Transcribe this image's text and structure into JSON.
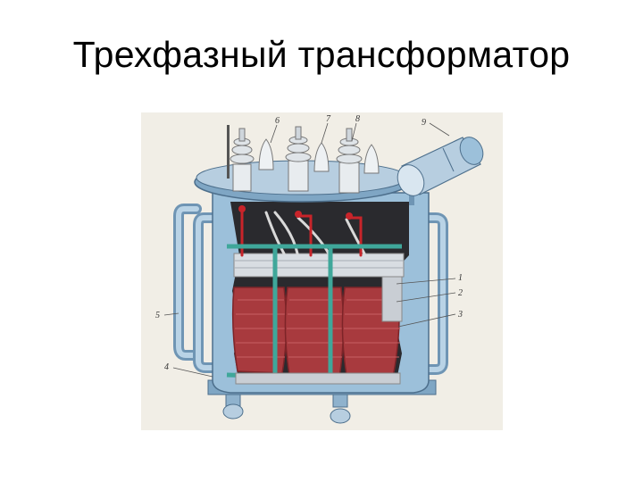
{
  "slide": {
    "title": "Трехфазный трансформатор"
  },
  "figure": {
    "callouts": [
      "6",
      "7",
      "8",
      "9",
      "1",
      "2",
      "3",
      "5",
      "4"
    ]
  },
  "colors": {
    "background": "#ffffff",
    "figure_background": "#f1eee6",
    "tank_blue": "#9cc0da",
    "tank_blue_dark": "#6f95b4",
    "winding_red": "#a83a3e",
    "winding_red_dark": "#7d2428",
    "clamp_green": "#3fa79a",
    "lead_red": "#c8242a",
    "interior_dark": "#2a2a2e"
  }
}
